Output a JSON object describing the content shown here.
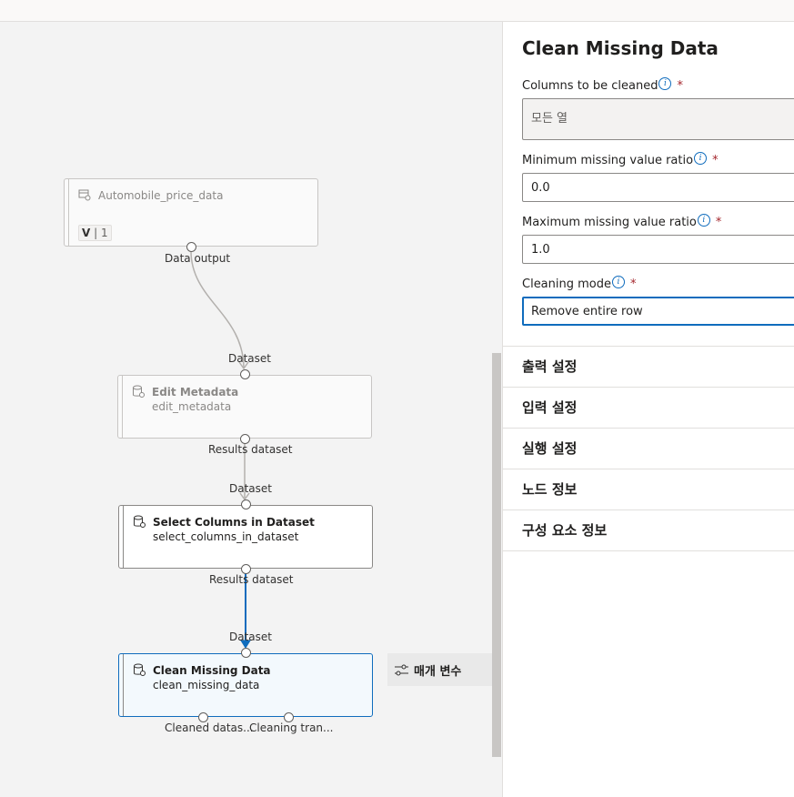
{
  "canvas": {
    "nodes": {
      "automobile": {
        "title": "Automobile_price_data",
        "version_label": "V",
        "version_value": "1",
        "output_port_label": "Data output"
      },
      "edit_metadata": {
        "title": "Edit Metadata",
        "subtitle": "edit_metadata",
        "input_port_label": "Dataset",
        "output_port_label": "Results dataset"
      },
      "select_columns": {
        "title": "Select Columns in Dataset",
        "subtitle": "select_columns_in_dataset",
        "input_port_label": "Dataset",
        "output_port_label": "Results dataset"
      },
      "clean_missing": {
        "title": "Clean Missing Data",
        "subtitle": "clean_missing_data",
        "input_port_label": "Dataset",
        "output_port_1_label": "Cleaned datas...",
        "output_port_2_label": "Cleaning tran..."
      }
    },
    "params_tab_label": "매개 변수",
    "colors": {
      "selected_edge": "#0f6cbd",
      "edge": "#b3b0ad"
    }
  },
  "panel": {
    "title": "Clean Missing Data",
    "fields": {
      "columns": {
        "label": "Columns to be cleaned",
        "value": "모든 열"
      },
      "min_ratio": {
        "label": "Minimum missing value ratio",
        "value": "0.0"
      },
      "max_ratio": {
        "label": "Maximum missing value ratio",
        "value": "1.0"
      },
      "cleaning_mode": {
        "label": "Cleaning mode",
        "value": "Remove entire row"
      }
    },
    "required_mark": "*",
    "sections": [
      "출력 설정",
      "입력 설정",
      "실행 설정",
      "노드 정보",
      "구성 요소 정보"
    ]
  }
}
